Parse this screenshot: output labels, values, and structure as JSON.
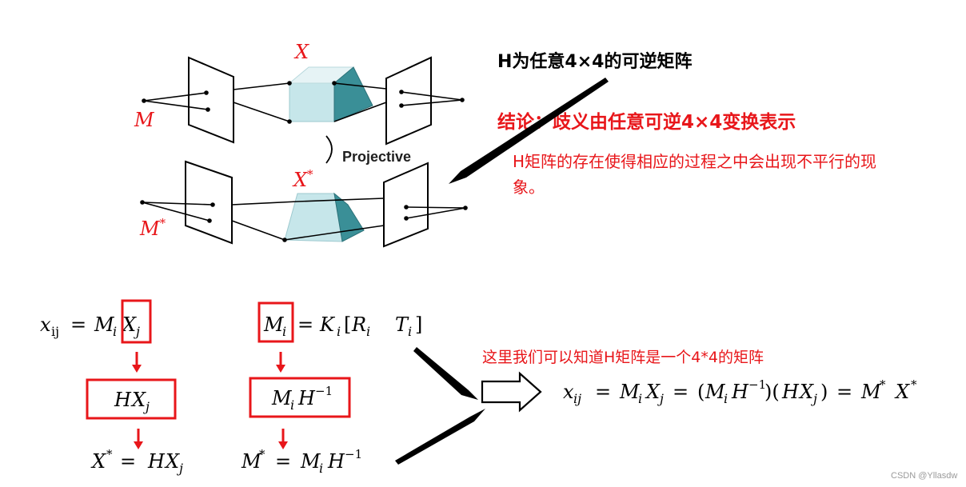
{
  "diagram": {
    "labels": {
      "X": "X",
      "M": "M",
      "X_star": "X",
      "M_star": "M",
      "star": "*",
      "projective": "Projective"
    },
    "notes": {
      "h_matrix": "H为任意4×4的可逆矩阵",
      "conclusion": "结论：歧义由任意可逆4×4变换表示",
      "explain_line1": "H矩阵的存在使得相应的过程之中会出现不平行的现",
      "explain_line2": "象。",
      "matrix_note": "这里我们可以知道H矩阵是一个4*4的矩阵"
    },
    "colors": {
      "red": "#e8161a",
      "cube_light": "#c6e6ea",
      "cube_dark": "#3a8f97"
    },
    "watermark": "CSDN @Yllasdw"
  }
}
